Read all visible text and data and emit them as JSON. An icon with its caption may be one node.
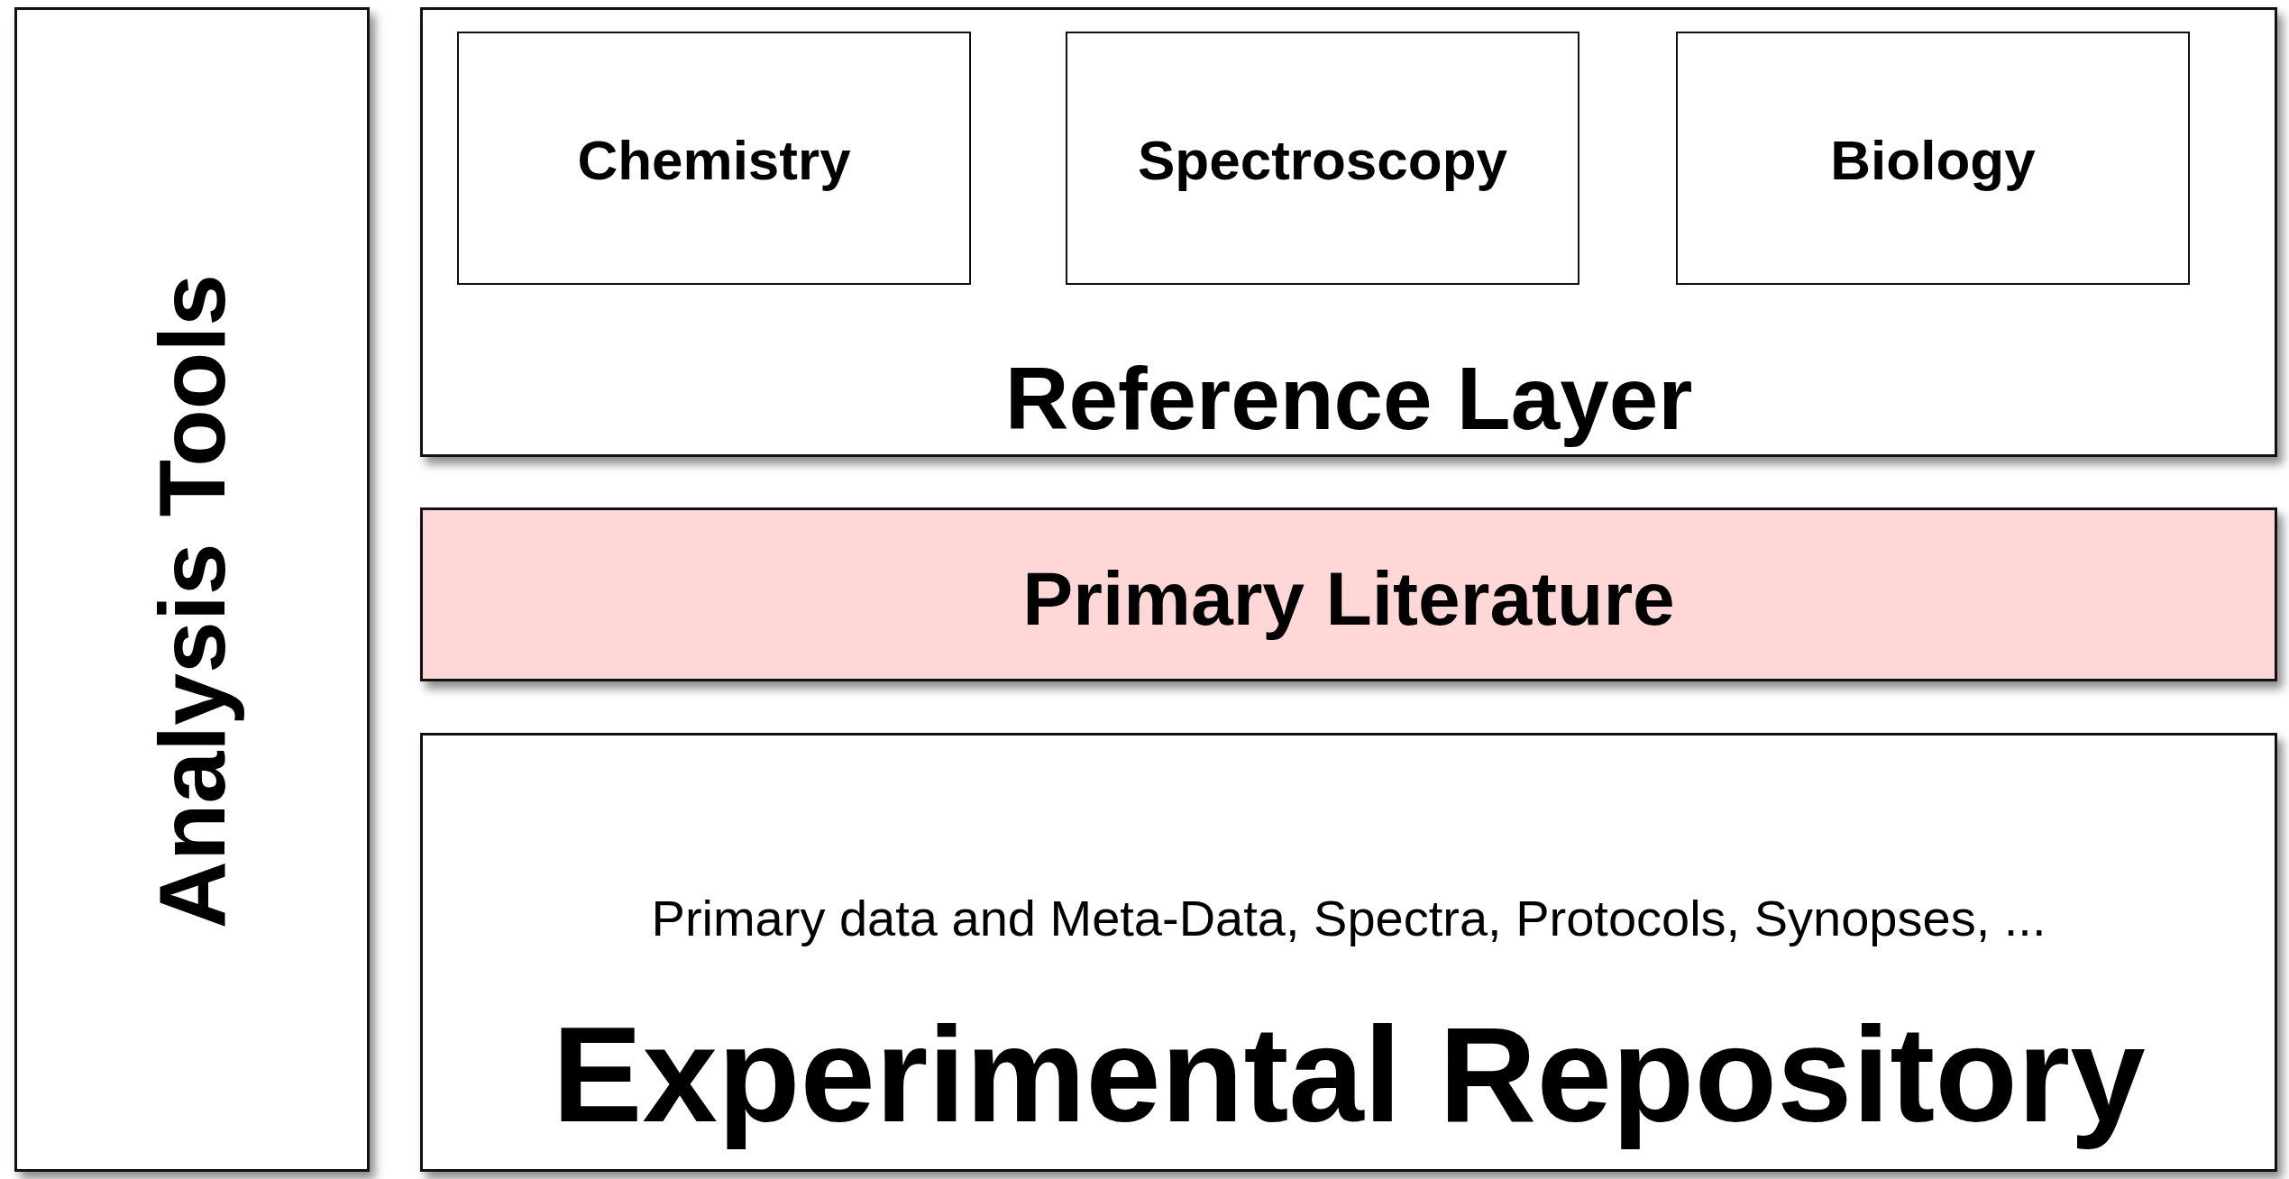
{
  "diagram": {
    "nodes": [
      {
        "text": [
          "Analysis Tools"
        ]
      },
      {
        "text": [
          "Reference Layer"
        ]
      },
      {
        "text": [
          "Chemistry"
        ],
        "in": 1
      },
      {
        "text": [
          "Spectroscopy"
        ],
        "in": 1
      },
      {
        "text": [
          "Biology"
        ],
        "in": 1
      },
      {
        "text": [
          "Primary Literature"
        ]
      },
      {
        "text": [
          "Primary data and Meta-Data, Spectra, Protocols, Synopses, ...",
          "Experimental Repository"
        ]
      }
    ]
  }
}
